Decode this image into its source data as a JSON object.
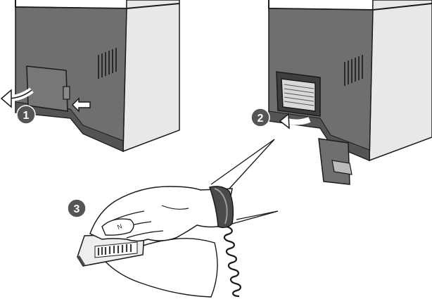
{
  "steps": [
    {
      "number": "1"
    },
    {
      "number": "2"
    },
    {
      "number": "3"
    }
  ],
  "wrist_strap": {
    "letter": "N"
  },
  "colors": {
    "printer_dark": "#6f6f6f",
    "printer_shadow": "#545454",
    "printer_light": "#e6e6e6",
    "outline": "#1a1a1a",
    "badge": "#555555",
    "badge_text": "#ffffff",
    "card_stripe": "#4a4a4a"
  }
}
